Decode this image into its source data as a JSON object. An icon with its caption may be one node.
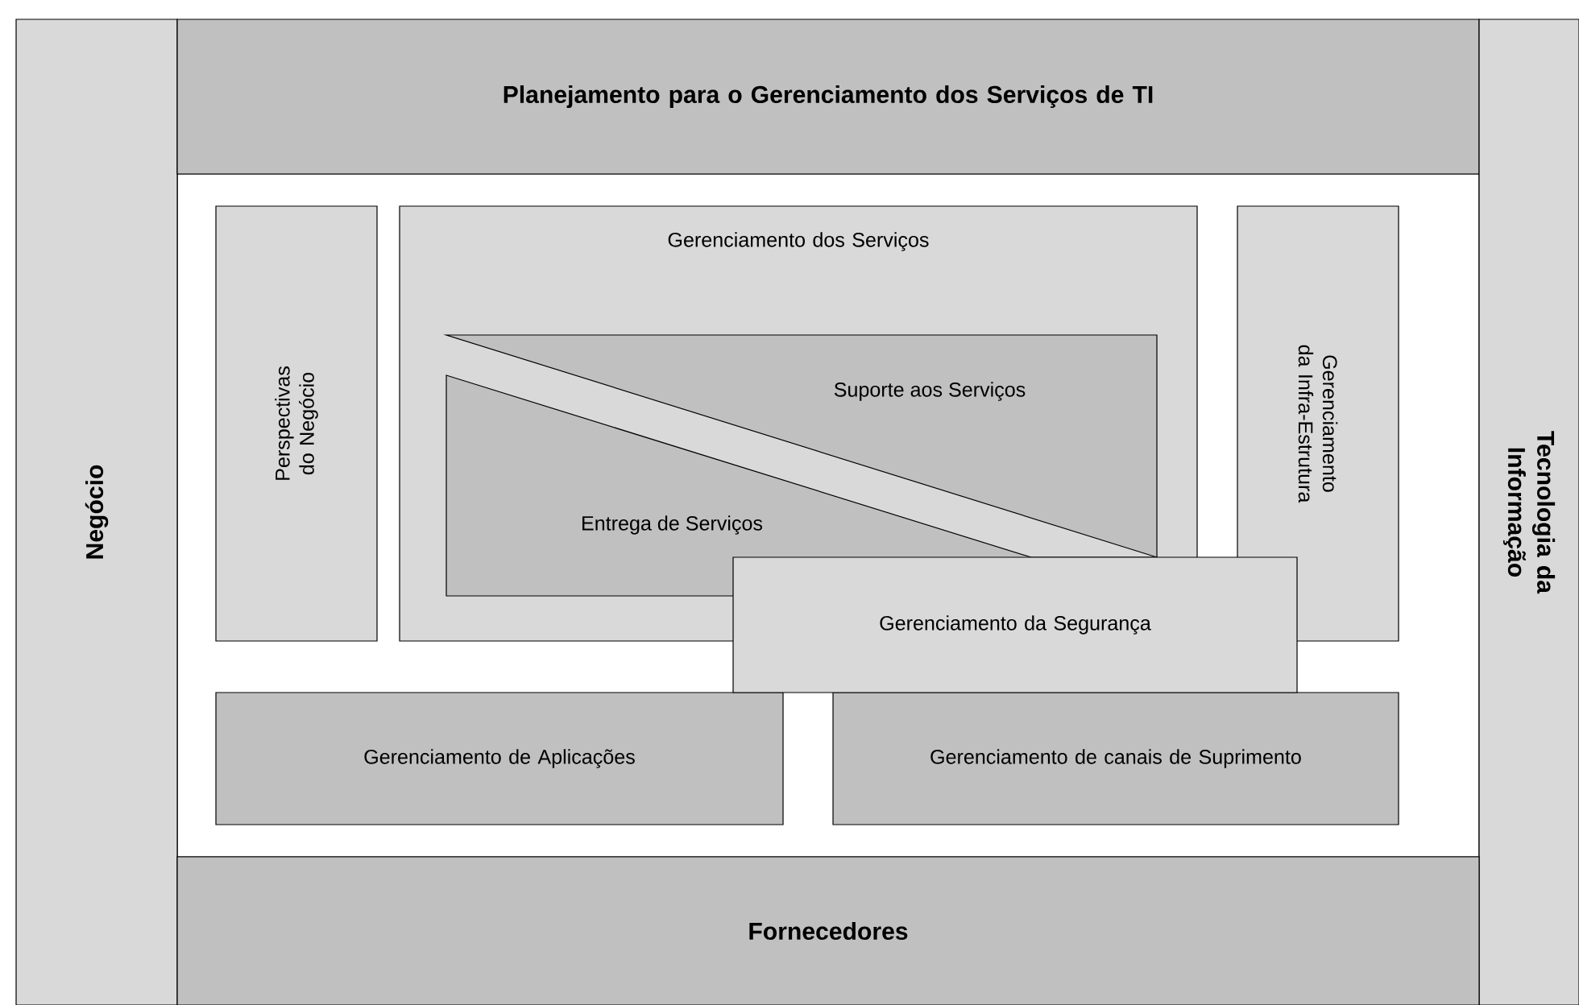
{
  "diagram": {
    "nodes": [
      {
        "text": [
          "Negócio"
        ]
      },
      {
        "text": [
          "Planejamento para o Gerenciamento dos Serviços de TI"
        ]
      },
      {
        "text": [
          "Tecnologia da Informação"
        ]
      },
      {
        "text": [
          "Perspectivas do Negócio"
        ]
      },
      {
        "text": [
          "Gerenciamento dos Serviços"
        ]
      },
      {
        "text": [
          "Suporte aos Serviços"
        ],
        "in": 4
      },
      {
        "text": [
          "Entrega de Serviços"
        ],
        "in": 4
      },
      {
        "text": [
          "Gerenciamento da Infra-Estrutura"
        ]
      },
      {
        "text": [
          "Gerenciamento da Segurança"
        ]
      },
      {
        "text": [
          "Gerenciamento de Aplicações"
        ]
      },
      {
        "text": [
          "Gerenciamento de canais de Suprimento"
        ]
      },
      {
        "text": [
          "Fornecedores"
        ]
      }
    ]
  }
}
